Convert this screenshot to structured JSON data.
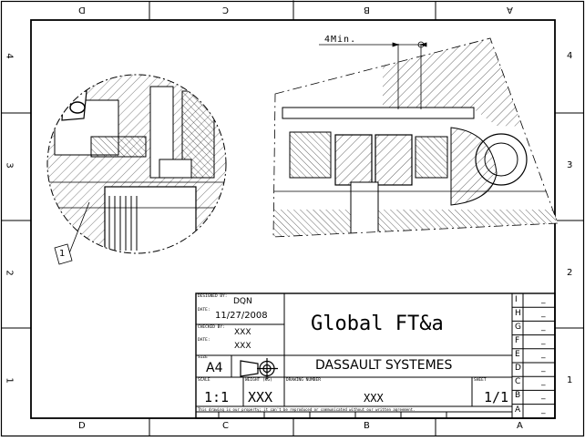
{
  "border_zones": {
    "columns_top": [
      "D",
      "C",
      "B",
      "A"
    ],
    "columns_bottom": [
      "D",
      "C",
      "B",
      "A"
    ],
    "rows_left": [
      "4",
      "3",
      "2",
      "1"
    ],
    "rows_right": [
      "4",
      "3",
      "2",
      "1"
    ]
  },
  "annotations": {
    "dimension_text": "4Min.",
    "balloon_label": "1"
  },
  "title_block": {
    "designed_by_label": "DESIGNED BY:",
    "designed_by": "DQN",
    "date_label": "DATE:",
    "date": "11/27/2008",
    "checked_by_label": "CHECKED BY:",
    "checked_by": "XXX",
    "date2_label": "DATE:",
    "date2": "XXX",
    "size_label": "SIZE",
    "size": "A4",
    "title": "Global FT&a",
    "company": "DASSAULT SYSTEMES",
    "scale_label": "SCALE",
    "scale": "1:1",
    "weight_label": "WEIGHT (kg)",
    "weight": "XXX",
    "drawing_number_label": "DRAWING NUMBER",
    "drawing_number": "XXX",
    "sheet_label": "SHEET",
    "sheet": "1/1",
    "disclaimer": "This drawing is our property; it can't be reproduced or communicated without our written agreement.",
    "revisions": [
      {
        "letter": "I",
        "value": "_"
      },
      {
        "letter": "H",
        "value": "_"
      },
      {
        "letter": "G",
        "value": "_"
      },
      {
        "letter": "F",
        "value": "_"
      },
      {
        "letter": "E",
        "value": "_"
      },
      {
        "letter": "D",
        "value": "_"
      },
      {
        "letter": "C",
        "value": "_"
      },
      {
        "letter": "B",
        "value": "_"
      },
      {
        "letter": "A",
        "value": "_"
      }
    ]
  }
}
